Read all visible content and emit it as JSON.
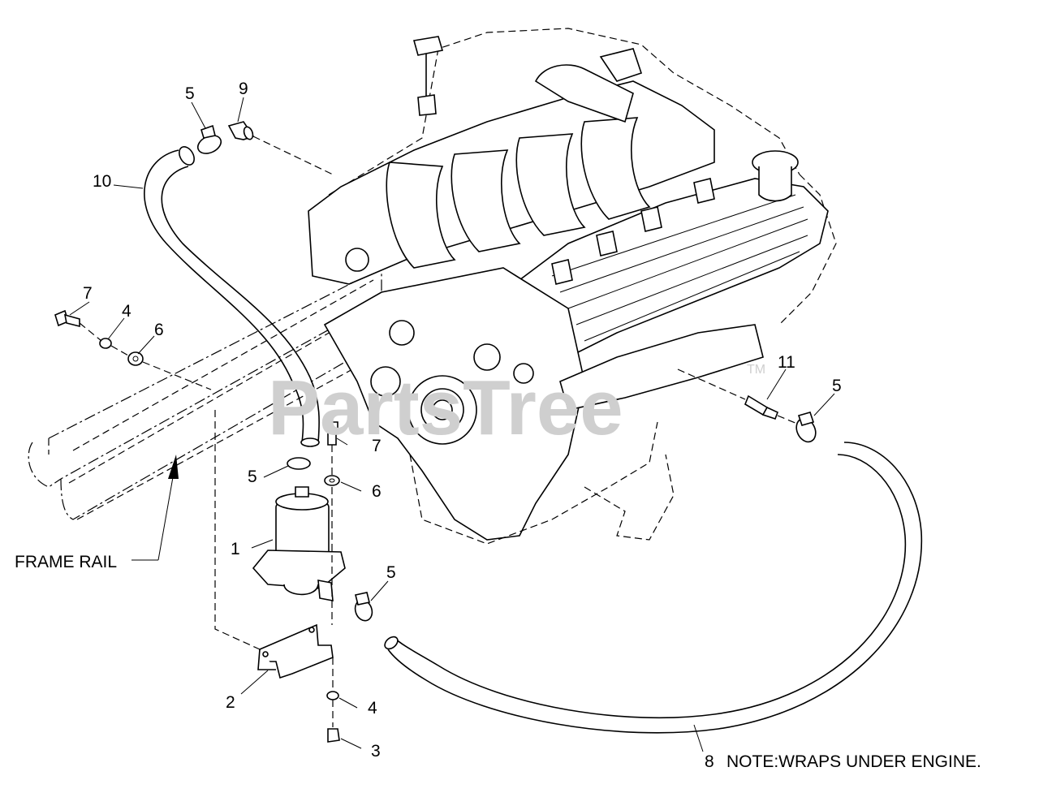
{
  "watermark": {
    "text": "PartsTree",
    "trademark": "TM"
  },
  "callouts": {
    "c1": "1",
    "c2": "2",
    "c3": "3",
    "c4a": "4",
    "c4b": "4",
    "c5a": "5",
    "c5b": "5",
    "c5c": "5",
    "c5d": "5",
    "c6a": "6",
    "c6b": "6",
    "c7a": "7",
    "c7b": "7",
    "c8": "8",
    "c9": "9",
    "c10": "10",
    "c11": "11"
  },
  "labels": {
    "frame_rail": "FRAME RAIL",
    "note": "NOTE:WRAPS UNDER ENGINE."
  }
}
